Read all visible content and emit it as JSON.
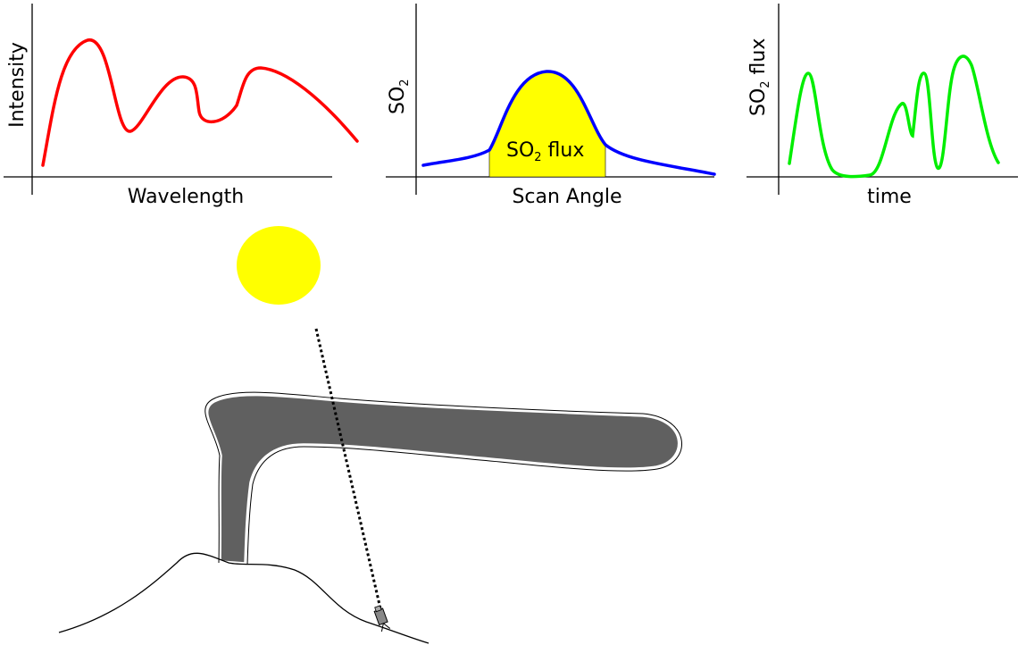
{
  "colors": {
    "intensity_curve": "#ff0000",
    "scan_curve": "#0000ff",
    "flux_fill": "#ffff00",
    "flux_curve": "#00ee00",
    "sun": "#ffff00",
    "plume": "#606060",
    "ground": "#000000"
  },
  "panels": {
    "spectrum": {
      "xlabel": "Wavelength",
      "ylabel": "Intensity"
    },
    "scan": {
      "xlabel": "Scan Angle",
      "ylabel_main": "SO",
      "ylabel_sub": "2",
      "area_label_main": "SO",
      "area_label_sub": "2",
      "area_label_rest": " flux"
    },
    "timeseries": {
      "xlabel": "time",
      "ylabel_main": "SO",
      "ylabel_sub": "2",
      "ylabel_rest": " flux"
    }
  },
  "scene": {
    "icons": [
      "sun-icon",
      "volcano-icon",
      "plume-icon",
      "spectrometer-icon",
      "light-path-icon"
    ]
  }
}
